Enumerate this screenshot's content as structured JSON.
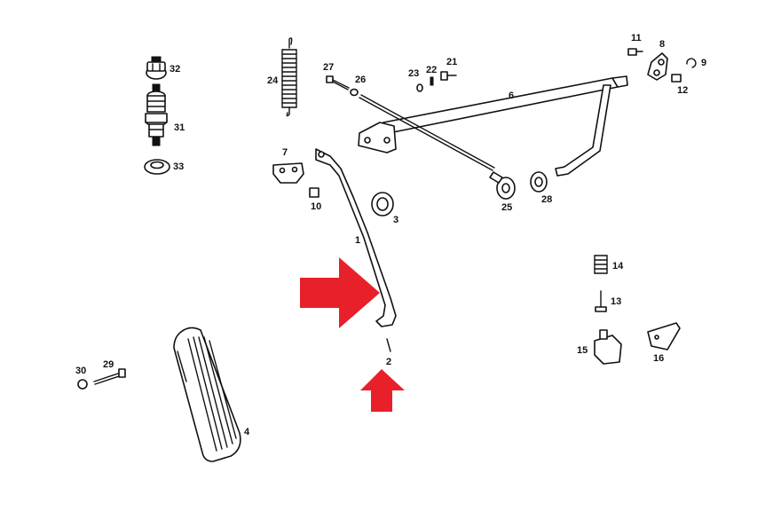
{
  "diagram": {
    "callouts": {
      "c1": "1",
      "c2": "2",
      "c3": "3",
      "c4": "4",
      "c6": "6",
      "c7": "7",
      "c8": "8",
      "c9": "9",
      "c10": "10",
      "c11": "11",
      "c12": "12",
      "c13": "13",
      "c14": "14",
      "c15": "15",
      "c16": "16",
      "c21": "21",
      "c22": "22",
      "c23": "23",
      "c24": "24",
      "c25": "25",
      "c26": "26",
      "c27": "27",
      "c28": "28",
      "c29": "29",
      "c30": "30",
      "c31": "31",
      "c32": "32",
      "c33": "33"
    },
    "highlight_color": "#e8202a",
    "line_color": "#111111"
  }
}
